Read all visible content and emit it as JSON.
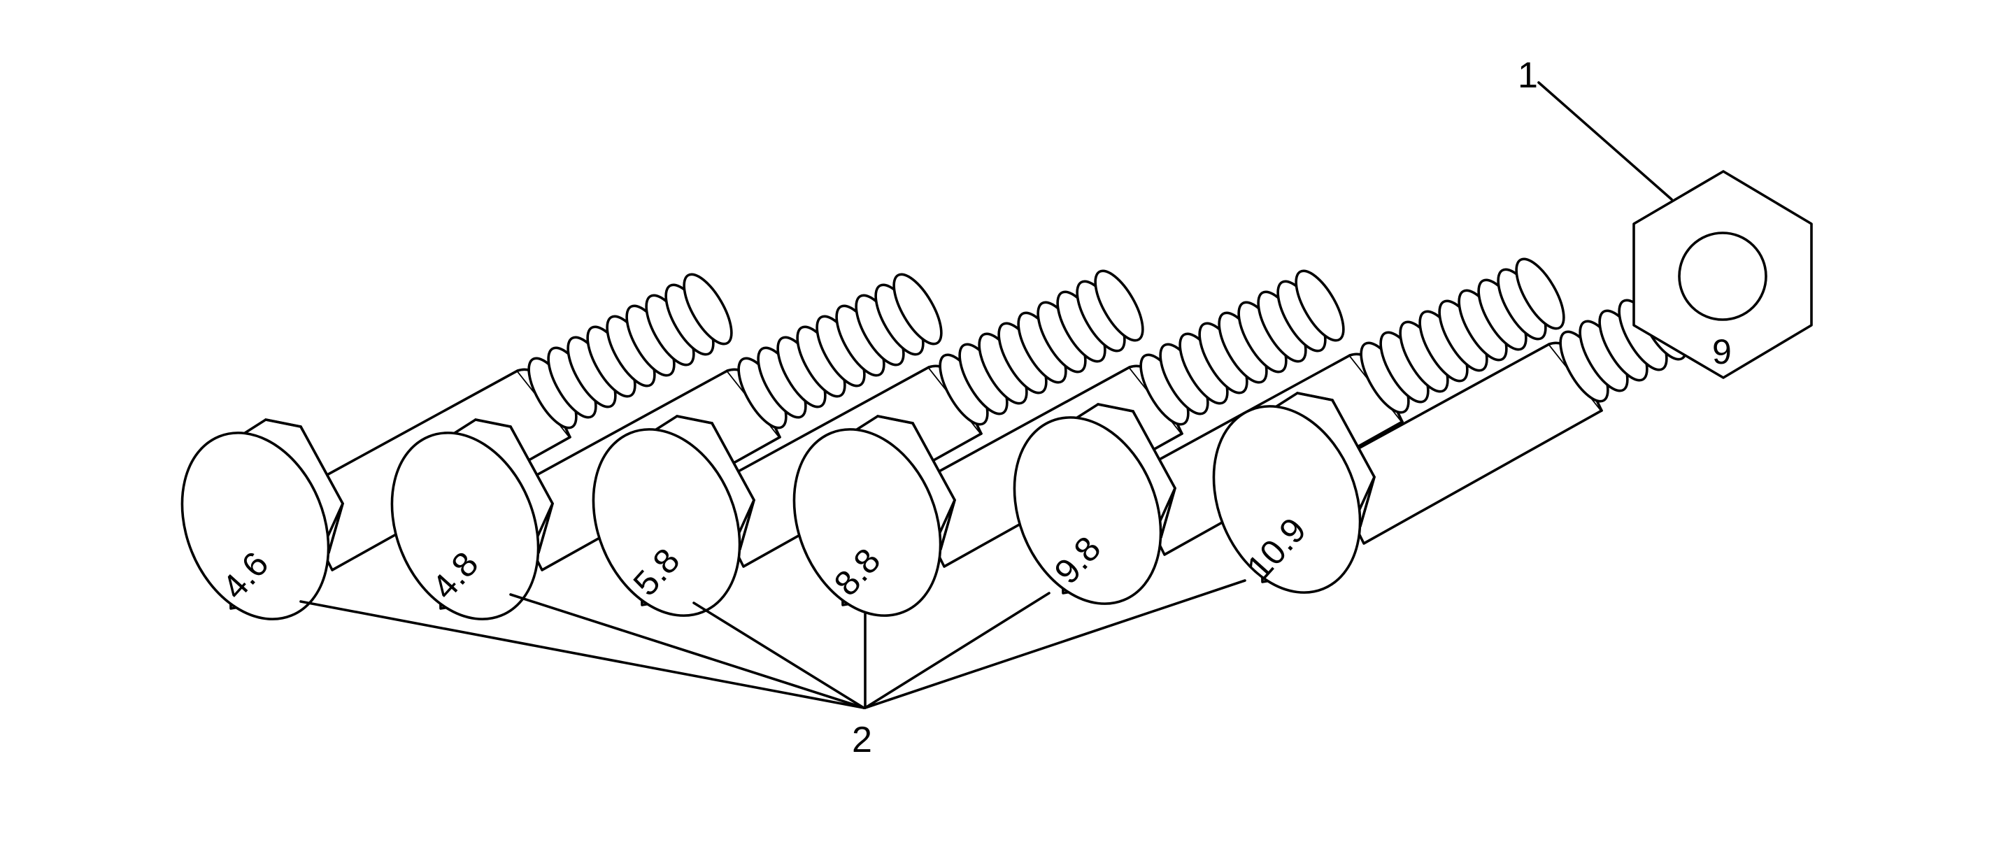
{
  "diagram": {
    "bolts": [
      {
        "grade": "4.6"
      },
      {
        "grade": "4.8"
      },
      {
        "grade": "5.8"
      },
      {
        "grade": "8.8"
      },
      {
        "grade": "9.8"
      },
      {
        "grade": "10.9"
      }
    ],
    "nut": {
      "grade": "9"
    },
    "callouts": {
      "nut": "1",
      "bolts": "2"
    }
  }
}
